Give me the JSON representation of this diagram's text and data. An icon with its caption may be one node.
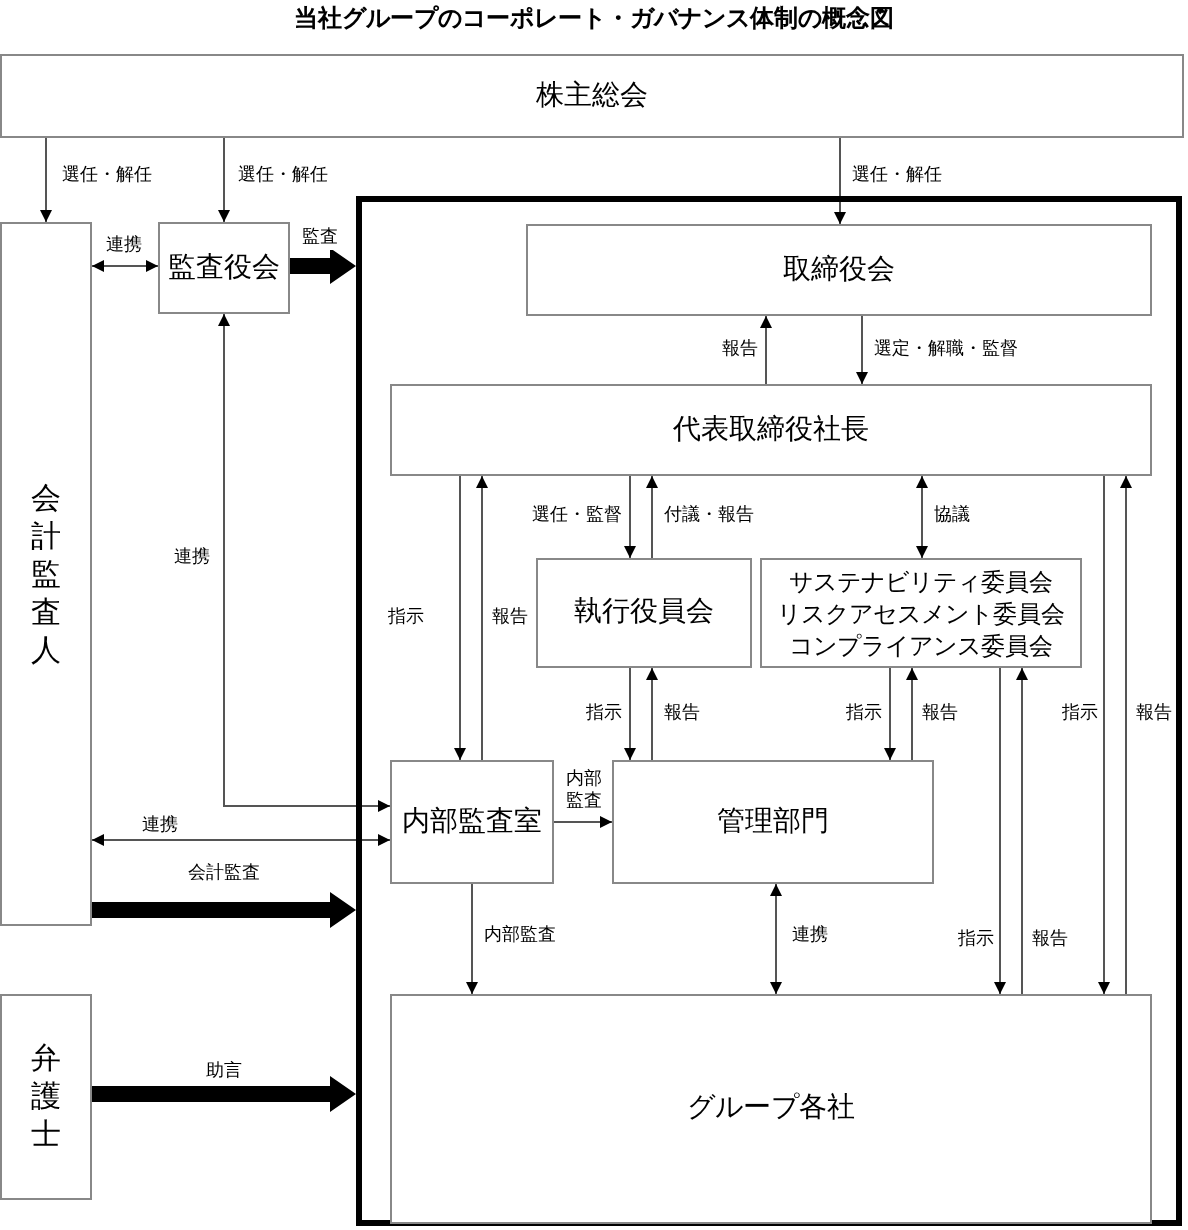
{
  "diagram": {
    "title": "当社グループのコーポレート・ガバナンス体制の概念図",
    "nodes": [
      {
        "text": [
          "株主総会"
        ]
      },
      {
        "text": [
          "会計監査人"
        ]
      },
      {
        "text": [
          "監査役会"
        ]
      },
      {
        "text": [],
        "shape": "box"
      },
      {
        "text": [
          "取締役会"
        ],
        "in": 3
      },
      {
        "text": [
          "代表取締役社長"
        ],
        "in": 3
      },
      {
        "text": [
          "執行役員会"
        ],
        "in": 3
      },
      {
        "text": [
          "サステナビリティ委員会",
          "リスクアセスメント委員会",
          "コンプライアンス委員会"
        ],
        "in": 3
      },
      {
        "text": [
          "内部監査室"
        ],
        "in": 3
      },
      {
        "text": [
          "管理部門"
        ],
        "in": 3
      },
      {
        "text": [
          "グループ各社"
        ],
        "in": 3
      },
      {
        "text": [
          "弁護士"
        ]
      }
    ],
    "edges": [
      {
        "from": 0,
        "to": 1,
        "arrow": "to",
        "label": "選任・解任"
      },
      {
        "from": 0,
        "to": 2,
        "arrow": "to",
        "label": "選任・解任"
      },
      {
        "from": 0,
        "to": 4,
        "arrow": "to",
        "label": "選任・解任"
      },
      {
        "from": 1,
        "to": 2,
        "arrow": "both",
        "label": "連携"
      },
      {
        "from": 2,
        "to": 3,
        "arrow": "to",
        "label": "監査",
        "style": "thick"
      },
      {
        "from": 2,
        "to": 8,
        "arrow": "both",
        "label": "連携"
      },
      {
        "from": 1,
        "to": 8,
        "arrow": "both",
        "label": "連携"
      },
      {
        "from": 1,
        "to": 3,
        "arrow": "to",
        "label": "会計監査",
        "style": "thick"
      },
      {
        "from": 11,
        "to": 3,
        "arrow": "to",
        "label": "助言",
        "style": "thick"
      },
      {
        "from": 5,
        "to": 4,
        "arrow": "to",
        "label": "報告"
      },
      {
        "from": 4,
        "to": 5,
        "arrow": "to",
        "label": "選定・解職・監督"
      },
      {
        "from": 5,
        "to": 6,
        "arrow": "to",
        "label": "選任・監督"
      },
      {
        "from": 6,
        "to": 5,
        "arrow": "to",
        "label": "付議・報告"
      },
      {
        "from": 5,
        "to": 7,
        "arrow": "both",
        "label": "協議"
      },
      {
        "from": 5,
        "to": 8,
        "arrow": "to",
        "label": "指示"
      },
      {
        "from": 8,
        "to": 5,
        "arrow": "to",
        "label": "報告"
      },
      {
        "from": 6,
        "to": 9,
        "arrow": "to",
        "label": "指示"
      },
      {
        "from": 9,
        "to": 6,
        "arrow": "to",
        "label": "報告"
      },
      {
        "from": 7,
        "to": 9,
        "arrow": "to",
        "label": "指示"
      },
      {
        "from": 9,
        "to": 7,
        "arrow": "to",
        "label": "報告"
      },
      {
        "from": 7,
        "to": 10,
        "arrow": "to",
        "label": "指示"
      },
      {
        "from": 10,
        "to": 7,
        "arrow": "to",
        "label": "報告"
      },
      {
        "from": 5,
        "to": 10,
        "arrow": "to",
        "label": "指示"
      },
      {
        "from": 10,
        "to": 5,
        "arrow": "to",
        "label": "報告"
      },
      {
        "from": 8,
        "to": 9,
        "arrow": "to",
        "label": "内部監査"
      },
      {
        "from": 8,
        "to": 10,
        "arrow": "to",
        "label": "内部監査"
      },
      {
        "from": 9,
        "to": 10,
        "arrow": "both",
        "label": "連携"
      }
    ]
  }
}
